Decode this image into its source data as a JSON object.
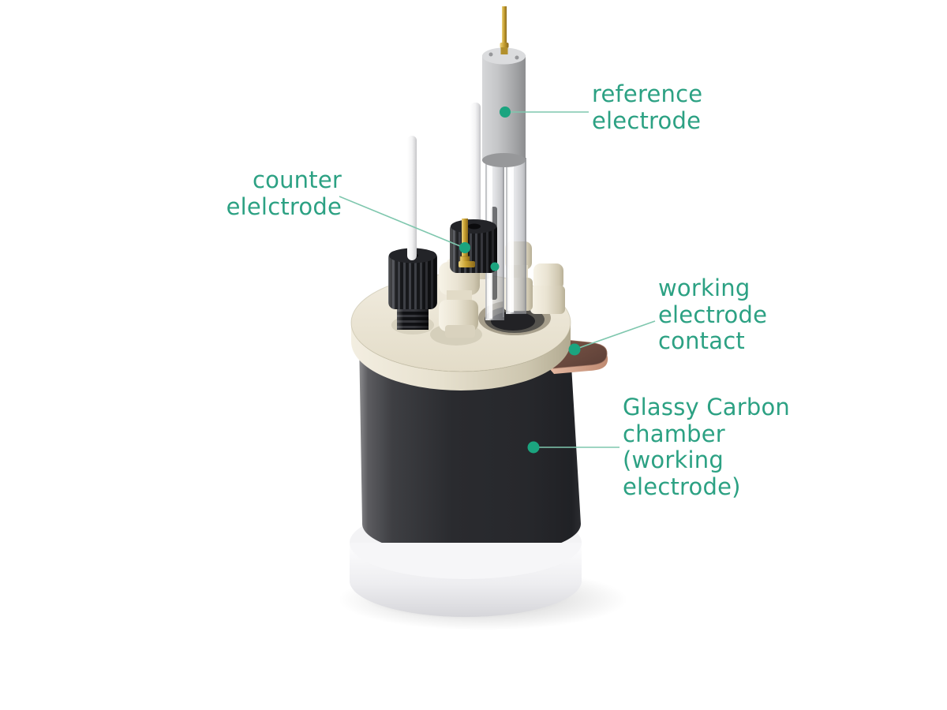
{
  "colors": {
    "accent": "#2ca183",
    "leader": "#7fc7ae",
    "dot": "#1ba47f"
  },
  "annotations": {
    "reference_electrode": {
      "lines": [
        "reference",
        "electrode"
      ]
    },
    "counter_electrode": {
      "lines": [
        "counter",
        "elelctrode"
      ]
    },
    "working_electrode_contact": {
      "lines": [
        "working",
        "electrode",
        "contact"
      ]
    },
    "glassy_carbon_chamber": {
      "lines": [
        "Glassy Carbon",
        "chamber",
        "(working",
        "electrode)"
      ]
    }
  }
}
